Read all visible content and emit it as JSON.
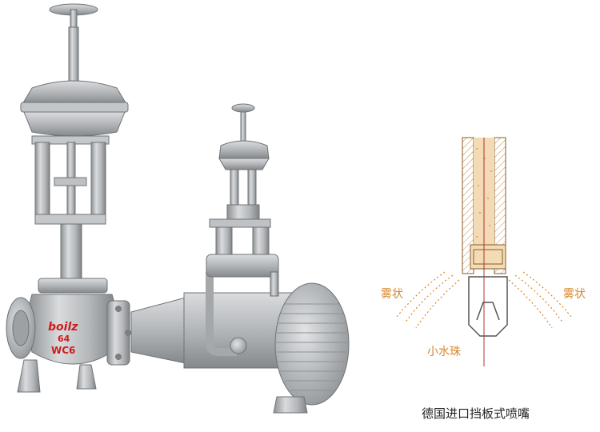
{
  "valve_marking": {
    "brand": "boilz",
    "rating": "64",
    "material": "WC6"
  },
  "nozzle": {
    "label_left": "雾状",
    "label_right": "雾状",
    "label_bottom": "小水珠",
    "caption": "德国进口挡板式喷嘴"
  },
  "colors": {
    "metal": "#b9bcbf",
    "metal_dark": "#8f9396",
    "marking": "#d11a1a",
    "annotation": "#d8872a"
  }
}
